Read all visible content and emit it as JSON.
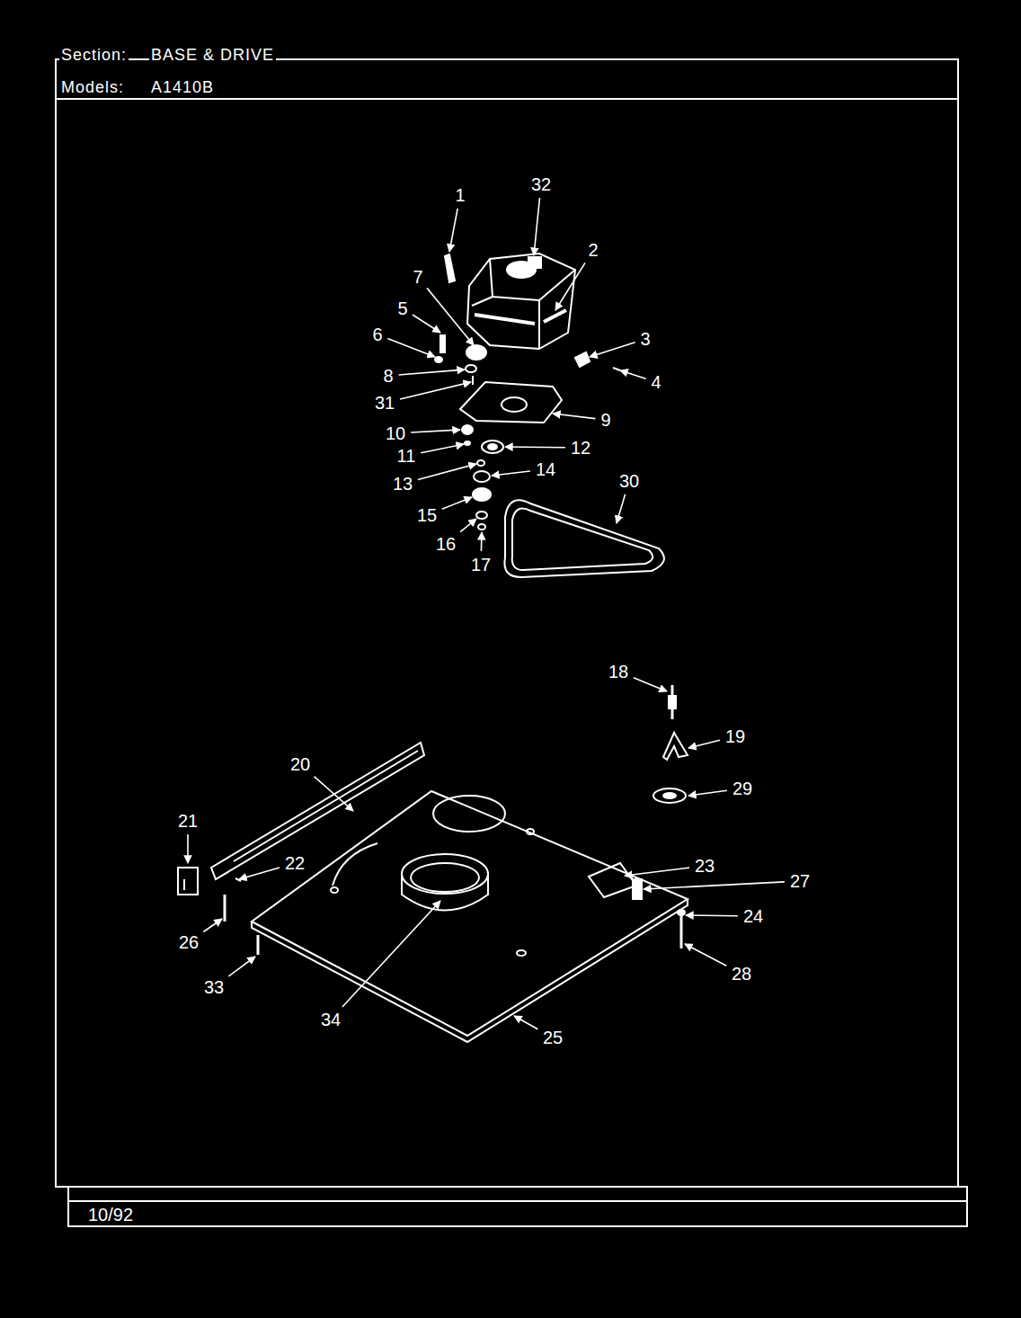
{
  "diagram": {
    "labels": [
      "Section:",
      "BASE & DRIVE",
      "Models:",
      "A1410B",
      "1",
      "32",
      "2",
      "7",
      "5",
      "6",
      "3",
      "8",
      "4",
      "31",
      "9",
      "10",
      "11",
      "12",
      "13",
      "14",
      "15",
      "30",
      "16",
      "17",
      "18",
      "19",
      "29",
      "20",
      "21",
      "22",
      "26",
      "33",
      "23",
      "27",
      "24",
      "28",
      "34",
      "25",
      "10/92"
    ]
  }
}
